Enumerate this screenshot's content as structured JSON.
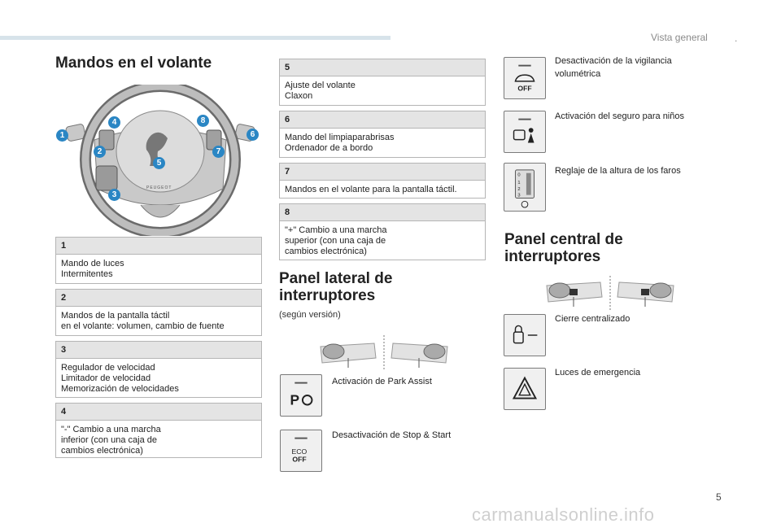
{
  "header": {
    "section": "Vista general",
    "dot": "."
  },
  "page": {
    "number": "5",
    "watermark": "carmanualsonline.info"
  },
  "steering": {
    "title": "Mandos en el volante",
    "wheel_logo": "PEUGEOT",
    "markers": [
      "1",
      "4",
      "2",
      "5",
      "3",
      "8",
      "7",
      "6"
    ],
    "items": [
      {
        "num": "1",
        "lines": [
          "Mando de luces",
          "Intermitentes"
        ]
      },
      {
        "num": "2",
        "lines": [
          "Mandos de la pantalla táctil",
          "en el volante: volumen, cambio de fuente"
        ]
      },
      {
        "num": "3",
        "lines": [
          "Regulador de velocidad",
          "Limitador de velocidad",
          "Memorización de velocidades"
        ]
      },
      {
        "num": "4",
        "lines": [
          "\"-\" Cambio a una marcha",
          "inferior (con una caja de",
          "cambios electrónica)"
        ]
      },
      {
        "num": "5",
        "lines": [
          "Ajuste del volante",
          "Claxon"
        ]
      },
      {
        "num": "6",
        "lines": [
          "Mando del limpiaparabrisas",
          "Ordenador de a bordo"
        ]
      },
      {
        "num": "7",
        "lines": [
          "Mandos en el volante para la pantalla táctil."
        ]
      },
      {
        "num": "8",
        "lines": [
          "\"+\" Cambio a una marcha",
          "superior (con una caja de",
          "cambios electrónica)"
        ]
      }
    ]
  },
  "side_panel": {
    "title": "Panel lateral de interruptores",
    "note": "(según versión)",
    "items": [
      {
        "label": "Activación de Park Assist",
        "icon": "park-assist-icon",
        "icon_text": "P"
      },
      {
        "label": "Desactivación de Stop & Start",
        "icon": "eco-off-icon",
        "icon_text": [
          "ECO",
          "OFF"
        ]
      }
    ]
  },
  "right_column": {
    "items": [
      {
        "label": "Desactivación de la vigilancia volumétrica",
        "icon": "volumetric-alarm-off-icon",
        "icon_text": "OFF"
      },
      {
        "label": "Activación del seguro para niños",
        "icon": "child-lock-icon"
      },
      {
        "label": "Reglaje de la altura de los faros",
        "icon": "headlamp-height-icon",
        "icon_text": [
          "0",
          "1",
          "2",
          "3"
        ]
      }
    ]
  },
  "central_panel": {
    "title": "Panel central de interruptores",
    "items": [
      {
        "label": "Cierre centralizado",
        "icon": "central-locking-icon"
      },
      {
        "label": "Luces de emergencia",
        "icon": "hazard-warning-icon"
      }
    ]
  },
  "colors": {
    "marker": "#2a86c4",
    "header_bar": "#d7e3ea",
    "box_header": "#e4e4e4"
  }
}
